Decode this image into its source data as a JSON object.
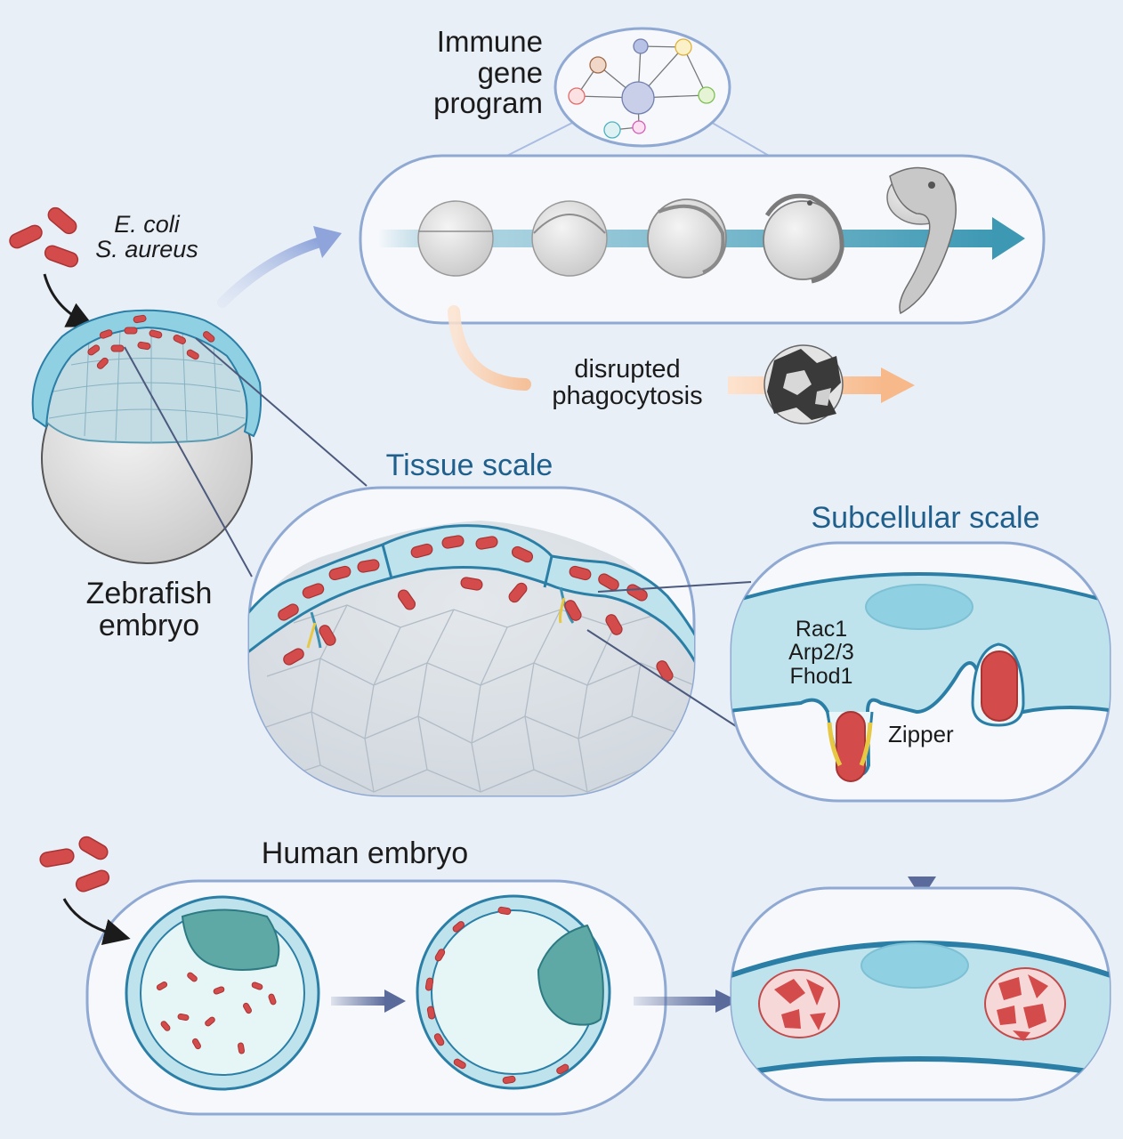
{
  "labels": {
    "immune_gene_program": [
      "Immune",
      "gene",
      "program"
    ],
    "bacteria": [
      "E. coli",
      "S. aureus"
    ],
    "disrupted_phagocytosis": [
      "disrupted",
      "phagocytosis"
    ],
    "zebrafish_embryo": [
      "Zebrafish",
      "embryo"
    ],
    "tissue_scale": "Tissue scale",
    "subcellular_scale": "Subcellular scale",
    "molecules": [
      "Rac1",
      "Arp2/3",
      "Fhod1"
    ],
    "zipper": "Zipper",
    "human_embryo": "Human embryo"
  },
  "colors": {
    "background": "#e9eff7",
    "panel_border": "#8fa9d3",
    "cell_fill": "#bfe3ec",
    "membrane": "#2b7fa6",
    "bacteria": "#d44b4b",
    "arrow_teal": "#3c98b3",
    "arrow_orange": "#f7b98a",
    "arrow_navy": "#5a6a9a",
    "scale_title": "#1f5f8c"
  }
}
